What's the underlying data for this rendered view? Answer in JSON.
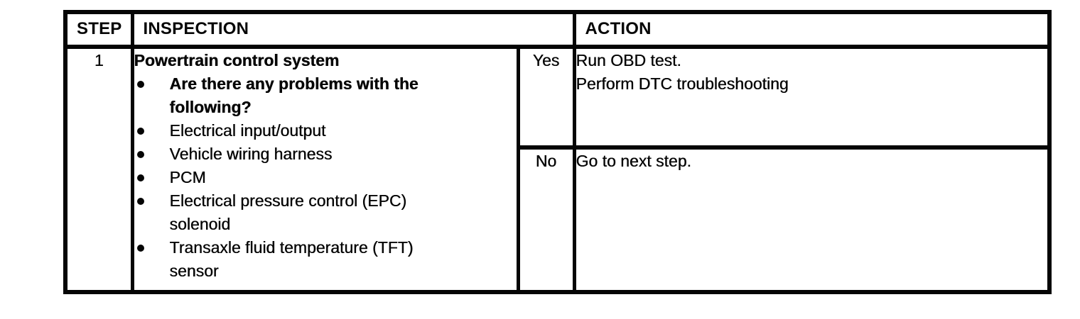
{
  "colors": {
    "paper": "#ffffff",
    "ink": "#050505"
  },
  "table": {
    "headers": {
      "step": "STEP",
      "inspection": "INSPECTION",
      "action": "ACTION"
    },
    "rows": [
      {
        "step": "1",
        "inspection": {
          "title": "Powertrain control system",
          "bullets": [
            {
              "text": "Are there any problems with the\nfollowing?",
              "bold": true
            },
            {
              "text": "Electrical input/output",
              "bold": false
            },
            {
              "text": "Vehicle wiring harness",
              "bold": false
            },
            {
              "text": "PCM",
              "bold": false
            },
            {
              "text": "Electrical pressure control (EPC)\nsolenoid",
              "bold": false
            },
            {
              "text": "Transaxle fluid temperature (TFT)\nsensor",
              "bold": false
            }
          ]
        },
        "branches": [
          {
            "label": "Yes",
            "action_lines": [
              "Run OBD test.",
              "Perform DTC troubleshooting"
            ]
          },
          {
            "label": "No",
            "action_lines": [
              "Go to next step.",
              ""
            ]
          }
        ]
      }
    ]
  }
}
